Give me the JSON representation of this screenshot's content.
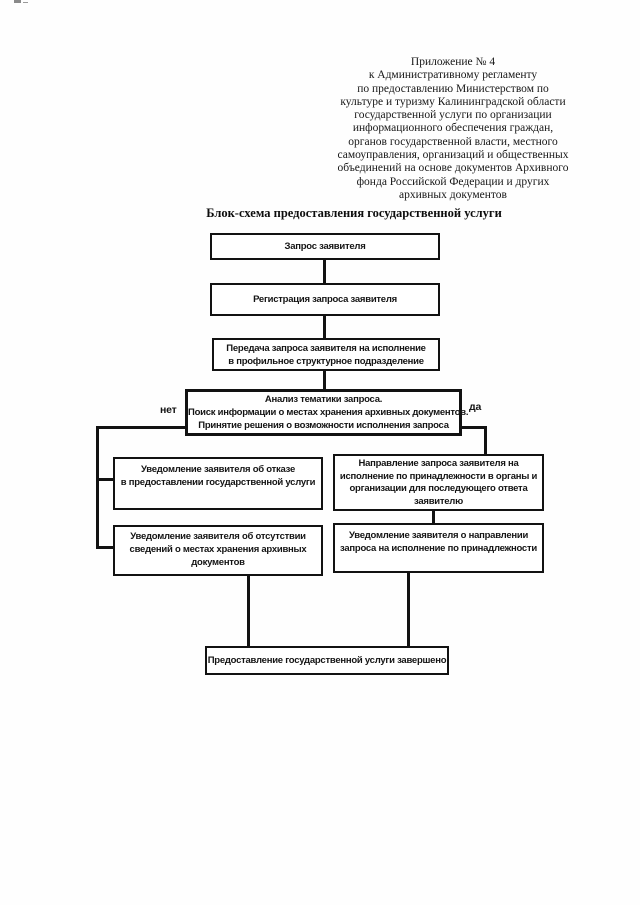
{
  "page": {
    "header_lines": [
      "Приложение № 4",
      "к Административному регламенту",
      "по предоставлению Министерством по",
      "культуре и туризму Калининградской области",
      "государственной услуги по организации",
      "информационного обеспечения граждан,",
      "органов государственной власти, местного",
      "самоуправления, организаций и общественных",
      "объединений на основе документов Архивного",
      "фонда Российской Федерации и других",
      "архивных документов"
    ],
    "title": "Блок-схема предоставления государственной услуги"
  },
  "flowchart": {
    "decision_labels": {
      "no": "нет",
      "yes": "да"
    },
    "nodes": {
      "request": {
        "lines": [
          "Запрос заявителя"
        ]
      },
      "registration": {
        "lines": [
          "Регистрация запроса заявителя"
        ]
      },
      "transfer": {
        "lines": [
          "Передача запроса заявителя на исполнение",
          "в профильное структурное подразделение"
        ]
      },
      "analysis": {
        "lines": [
          "Анализ тематики запроса.",
          "Поиск информации о местах хранения архивных документов.",
          "Принятие решения о возможности исполнения запроса"
        ]
      },
      "refusal_notice": {
        "lines": [
          "Уведомление заявителя об отказе",
          "в предоставлении государственной услуги"
        ]
      },
      "forward_request": {
        "lines": [
          "Направление запроса заявителя на",
          "исполнение по принадлежности в органы и",
          "организации для последующего ответа",
          "заявителю"
        ]
      },
      "absence_notice": {
        "lines": [
          "Уведомление заявителя об отсутствии",
          "сведений о местах хранения архивных",
          "документов"
        ]
      },
      "forward_notice": {
        "lines": [
          "Уведомление заявителя о направлении",
          "запроса  на исполнение по принадлежности"
        ]
      },
      "completed": {
        "lines": [
          "Предоставление государственной услуги завершено"
        ]
      }
    }
  }
}
